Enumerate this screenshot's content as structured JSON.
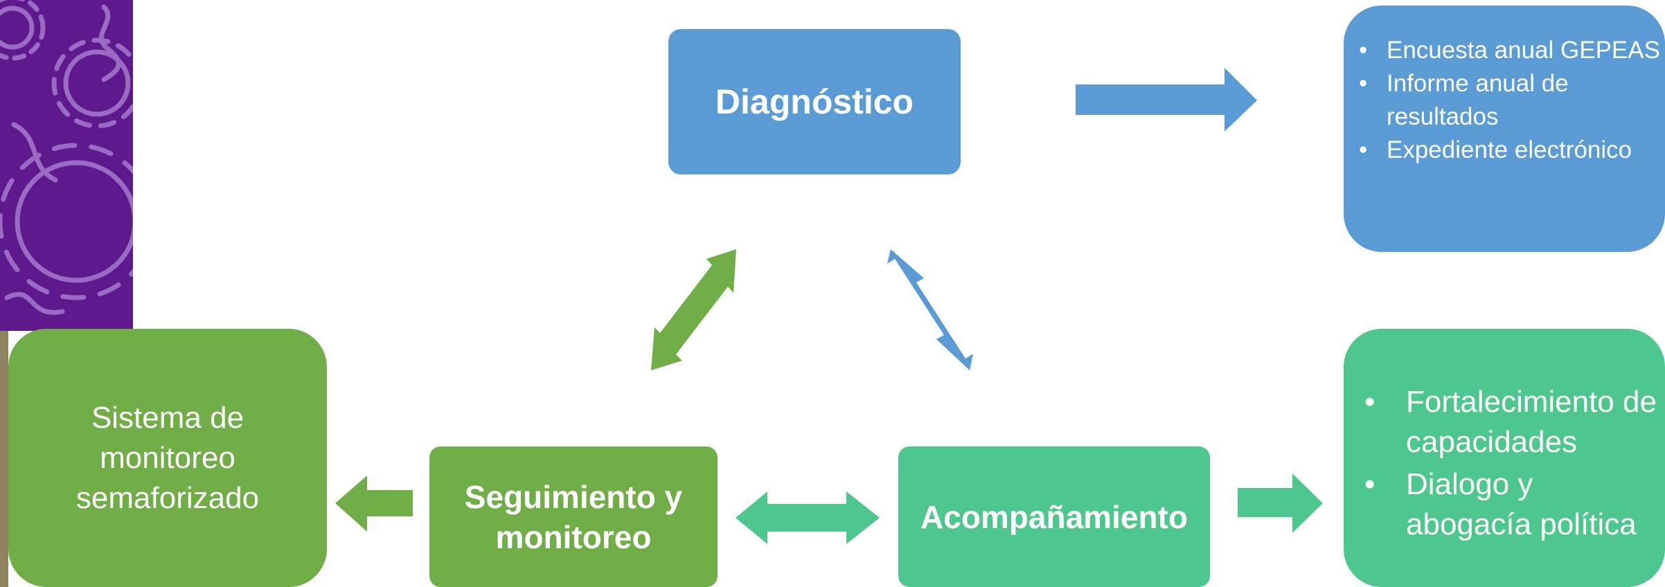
{
  "colors": {
    "blue": "#5B9BD5",
    "green": "#70AD47",
    "teal": "#4EC78E",
    "purple": "#5E1A8C"
  },
  "nodes": {
    "diagnostico": "Diagnóstico",
    "seguimiento": "Seguimiento y monitoreo",
    "acompanamiento": "Acompañamiento",
    "sistema": "Sistema de monitoreo semaforizado"
  },
  "outputs": {
    "blue": [
      "Encuesta anual GEPEAS",
      "Informe anual de resultados",
      "Expediente electrónico"
    ],
    "green": [
      "Fortalecimiento de capacidades",
      "Dialogo y abogacía política"
    ]
  }
}
